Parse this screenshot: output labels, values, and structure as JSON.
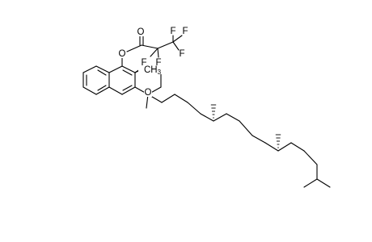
{
  "diagram": {
    "type": "chemical-structure",
    "colors": {
      "bond": "#000000",
      "background": "#ffffff"
    },
    "atom_labels": {
      "carbonyl_oxygen": "O",
      "ester_oxygen": "O",
      "ring_oxygen": "O",
      "fluorine_top_left": "F",
      "fluorine_top_right": "F",
      "fluorine_right": "F",
      "fluorine_lower_left": "F",
      "fluorine_lower_right": "F",
      "methyl_group": "CH",
      "methyl_group_subscript": "3"
    }
  }
}
